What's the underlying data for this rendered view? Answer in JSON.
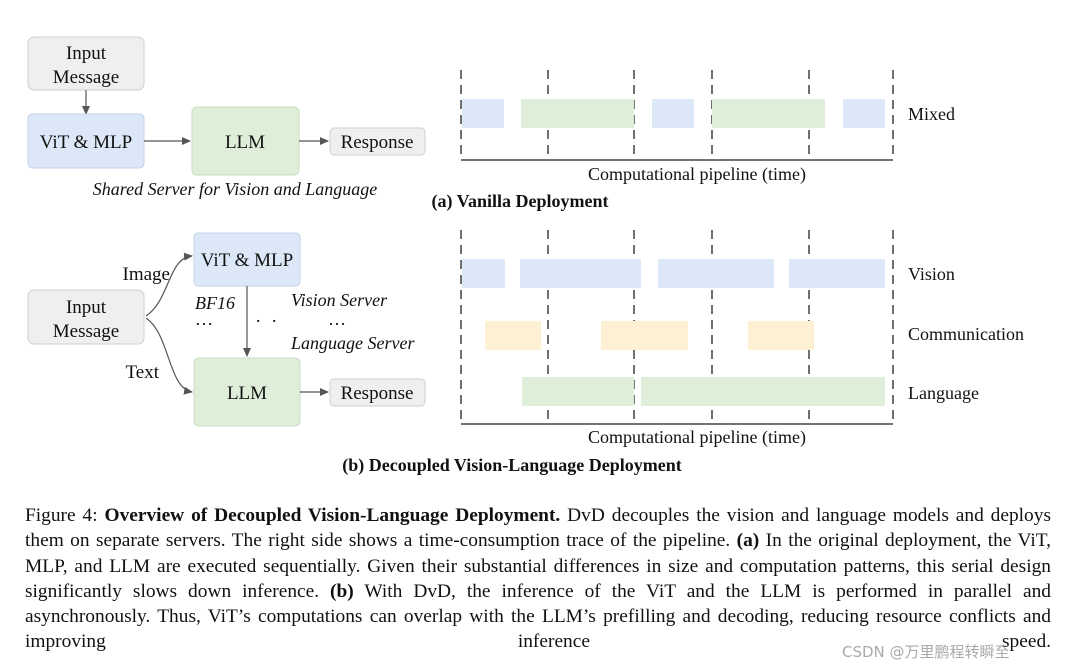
{
  "figure_a": {
    "input_line1": "Input",
    "input_line2": "Message",
    "vit_mlp": "ViT & MLP",
    "llm": "LLM",
    "response": "Response",
    "shared_server": "Shared Server for Vision  and Language",
    "timeline_lane": "Mixed",
    "axis_label": "Computational pipeline (time)",
    "subcaption": "(a) Vanilla Deployment"
  },
  "figure_b": {
    "input_line1": "Input",
    "input_line2": "Message",
    "image_label": "Image",
    "text_label": "Text",
    "vit_mlp": "ViT & MLP",
    "llm": "LLM",
    "response": "Response",
    "bf16": "BF16",
    "ellipsis": "…",
    "dot": ".",
    "vision_server": "Vision Server",
    "language_server": "Language Server",
    "lanes": [
      "Vision",
      "Communication",
      "Language"
    ],
    "axis_label": "Computational pipeline (time)",
    "subcaption": "(b) Decoupled Vision-Language Deployment"
  },
  "colors": {
    "vision_blue": "#dce8f7",
    "language_green": "#deeed8",
    "communication_yellow": "#fdf0d3",
    "input_gray": "#efefef"
  },
  "caption": {
    "figure_label": "Figure 4: ",
    "title": "Overview of Decoupled Vision-Language Deployment.",
    "text1": " DvD decouples the vision and language models and deploys them on separate servers. The right side shows a time-consumption trace of the pipeline. ",
    "a_label": "(a)",
    "text2": " In the original deployment, the ViT, MLP, and LLM are executed sequentially. Given their substantial differences in size and computation patterns, this serial design significantly slows down inference. ",
    "b_label": "(b)",
    "text3": " With DvD, the inference of the ViT and the LLM is performed in parallel and asynchronously. Thus, ViT’s computations can overlap with the LLM’s prefilling and decoding, reducing resource conflicts and improving inference speed."
  },
  "watermark": "CSDN @万里鹏程转瞬至"
}
